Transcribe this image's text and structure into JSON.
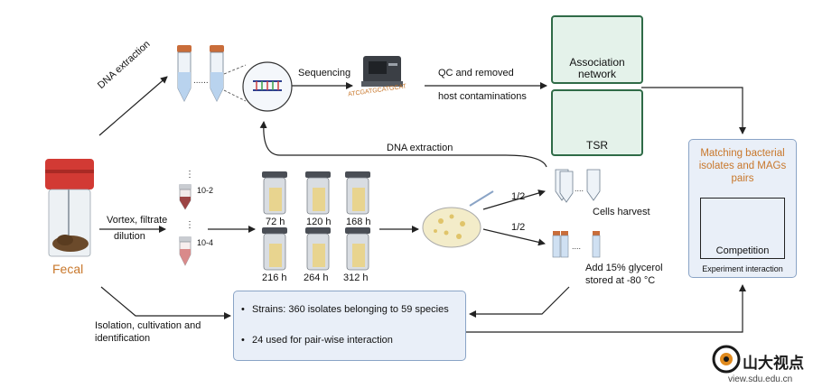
{
  "labels": {
    "dna_extraction_top": "DNA extraction",
    "sequencing": "Sequencing",
    "qc_line1": "QC and removed",
    "qc_line2": "host contaminations",
    "association_network": "Association network",
    "tsr": "TSR",
    "dna_extraction_mid": "DNA extraction",
    "vortex_filtrate": "Vortex, filtrate",
    "dilution": "dilution",
    "dil_1": "10-2",
    "dil_2": "10-4",
    "fecal": "Fecal",
    "times": [
      "72 h",
      "120 h",
      "168 h",
      "216 h",
      "264 h",
      "312 h"
    ],
    "half_1": "1/2",
    "half_2": "1/2",
    "cells_harvest": "Cells harvest",
    "glycerol_line1": "Add 15% glycerol",
    "glycerol_line2": "stored at -80 °C",
    "isolation_line1": "Isolation, cultivation and",
    "isolation_line2": "identification",
    "matching": "Matching bacterial isolates and MAGs pairs",
    "competition": "Competition",
    "experiment_interaction": "Experiment interaction",
    "dna_sequence_text": "ATCGATGCATGCAT"
  },
  "strains_box": {
    "items": [
      "Strains: 360 isolates belonging to 59 species",
      "24 used for pair-wise interaction"
    ]
  },
  "watermark": {
    "text": "山大视点",
    "url": "view.sdu.edu.cn"
  },
  "colors": {
    "accent_orange": "#c8772b",
    "green_box_bg": "#e4f2ea",
    "green_box_border": "#2f6b47",
    "blue_box_bg": "#e9eff8",
    "blue_box_border": "#8aa4c6",
    "tube_cap": "#c96d3a",
    "tube_liquid": "#b9d3ee",
    "red_cap": "#d23a34"
  }
}
